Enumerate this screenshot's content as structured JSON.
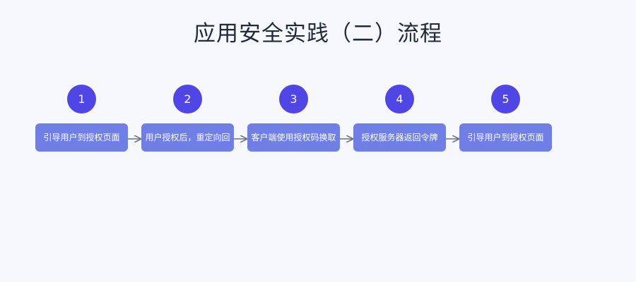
{
  "title": "应用安全实践（二）流程",
  "steps": [
    {
      "number": "1",
      "label": "引导用户到授权页面"
    },
    {
      "number": "2",
      "label": "用户授权后，重定向回"
    },
    {
      "number": "3",
      "label": "客户端使用授权码换取"
    },
    {
      "number": "4",
      "label": "授权服务器返回令牌"
    },
    {
      "number": "5",
      "label": "引导用户到授权页面"
    }
  ],
  "colors": {
    "background": "#f7f8fb",
    "title": "#1f2a3c",
    "circle": "#4f46e5",
    "box": "#6f7fe6",
    "arrow": "#6b7280"
  }
}
